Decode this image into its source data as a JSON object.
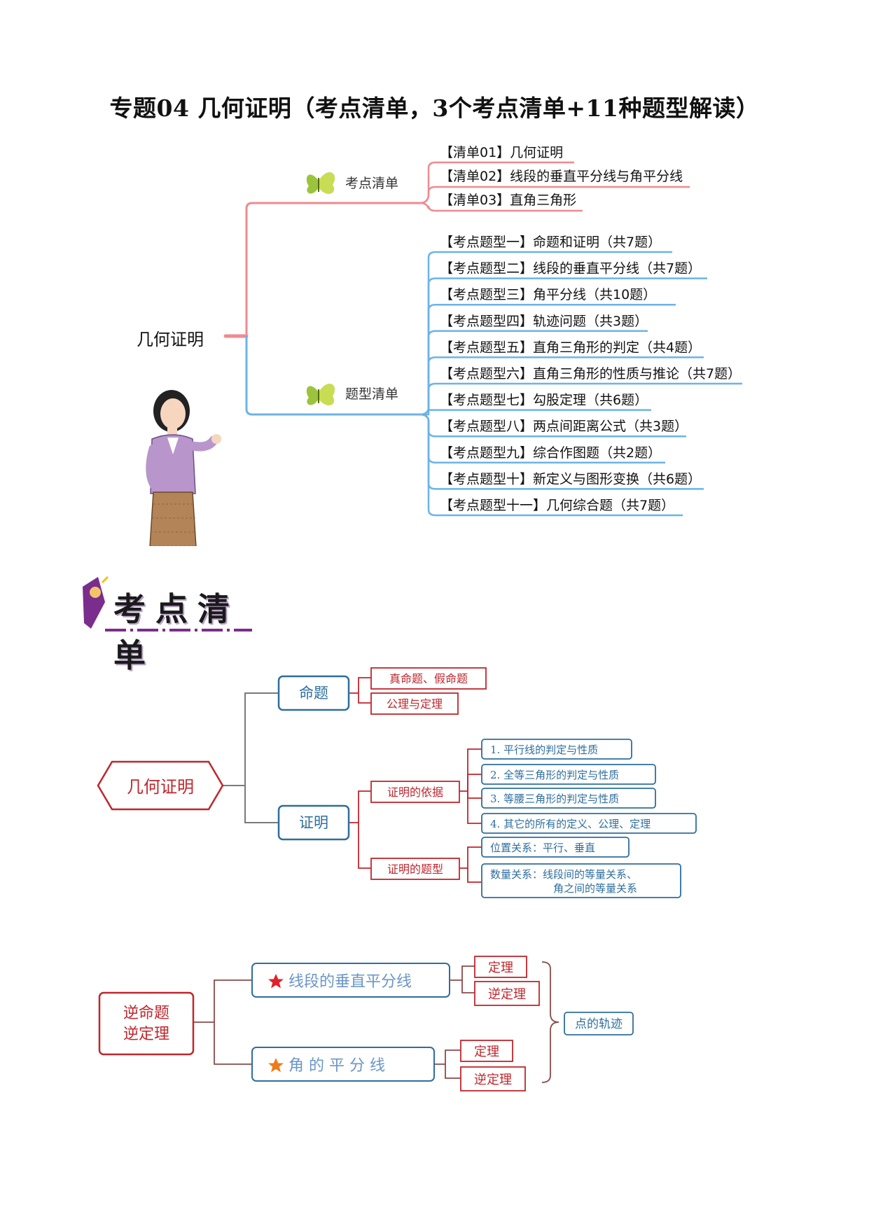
{
  "title": "专题04 几何证明（考点清单，3个考点清单+11种题型解读）",
  "mindmap1": {
    "root": "几何证明",
    "branch_a": "考点清单",
    "branch_b": "题型清单",
    "list_items": [
      "【清单01】几何证明",
      "【清单02】线段的垂直平分线与角平分线",
      "【清单03】直角三角形"
    ],
    "type_items": [
      "【考点题型一】命题和证明（共7题）",
      "【考点题型二】线段的垂直平分线（共7题）",
      "【考点题型三】角平分线（共10题）",
      "【考点题型四】轨迹问题（共3题）",
      "【考点题型五】直角三角形的判定（共4题）",
      "【考点题型六】直角三角形的性质与推论（共7题）",
      "【考点题型七】勾股定理（共6题）",
      "【考点题型八】两点间距离公式（共3题）",
      "【考点题型九】综合作图题（共2题）",
      "【考点题型十】新定义与图形变换（共6题）",
      "【考点题型十一】几何综合题（共7题）"
    ]
  },
  "section_heading": "考点清单",
  "mindmap2": {
    "root": "几何证明",
    "mingti": "命题",
    "mingti_children": [
      "真命题、假命题",
      "公理与定理"
    ],
    "zhengming": "证明",
    "yiju": "证明的依据",
    "yiju_children": [
      "1. 平行线的判定与性质",
      "2. 全等三角形的判定与性质",
      "3. 等腰三角形的判定与性质",
      "4. 其它的所有的定义、公理、定理"
    ],
    "tixing": "证明的题型",
    "tixing_children": [
      "位置关系：平行、垂直",
      "数量关系：线段间的等量关系、",
      "角之间的等量关系"
    ]
  },
  "mindmap3": {
    "root_line1": "逆命题",
    "root_line2": "逆定理",
    "branch1": "线段的垂直平分线",
    "branch2": "角 的 平 分 线",
    "theorem": "定理",
    "converse": "逆定理",
    "result": "点的轨迹"
  },
  "colors": {
    "pink": "#f08a8f",
    "blue": "#6ab4e8",
    "red": "#c0262d",
    "steel": "#2e6e9e",
    "star_red": "#e0202a",
    "star_orange": "#f07a1a",
    "gray": "#7a7a7a"
  }
}
